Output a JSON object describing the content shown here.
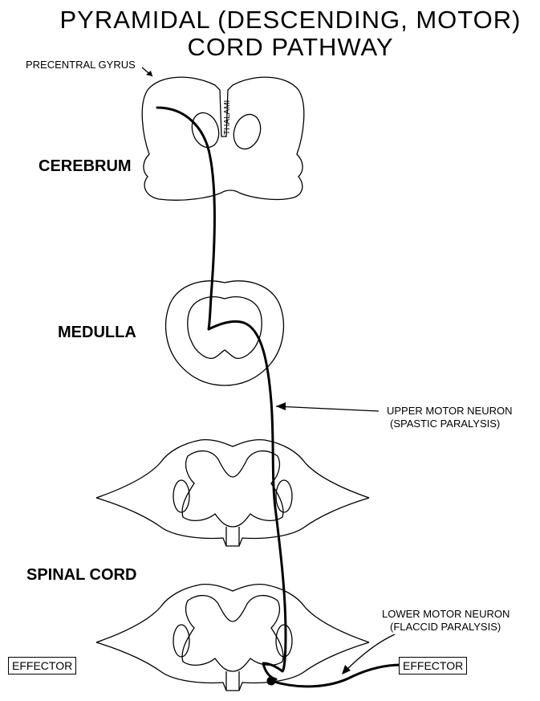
{
  "title": {
    "line1": "PYRAMIDAL (DESCENDING, MOTOR)",
    "line2": "CORD PATHWAY"
  },
  "labels": {
    "precentral_gyrus": "PRECENTRAL GYRUS",
    "thalami": "THALAMI",
    "cerebrum": "CEREBRUM",
    "medulla": "MEDULLA",
    "spinal_cord": "SPINAL CORD",
    "upper_motor_neuron_1": "UPPER MOTOR NEURON",
    "upper_motor_neuron_2": "(SPASTIC  PARALYSIS)",
    "lower_motor_neuron_1": "LOWER MOTOR NEURON",
    "lower_motor_neuron_2": "(FLACCID  PARALYSIS)",
    "effector_left": "EFFECTOR",
    "effector_right": "EFFECTOR"
  }
}
